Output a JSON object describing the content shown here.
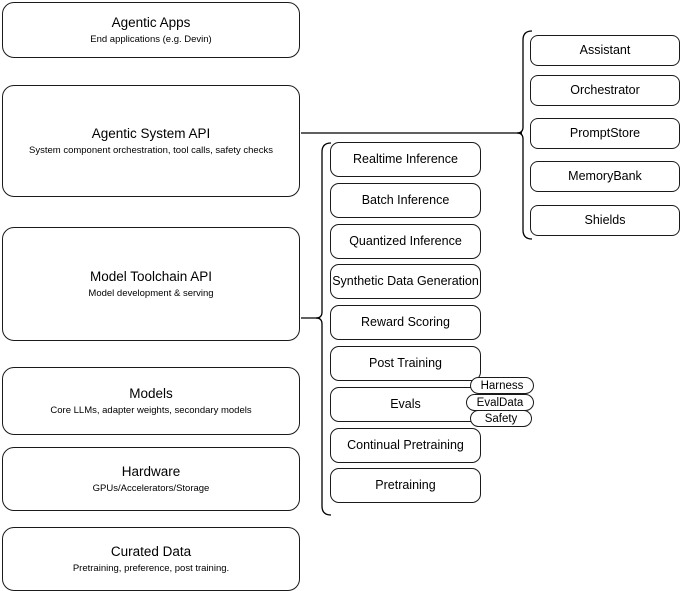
{
  "diagram": {
    "title": "AI stack layered architecture",
    "colors": {
      "stroke": "#1a1a1a",
      "background": "#ffffff",
      "text": "#000000"
    },
    "layers": [
      {
        "name": "agentic-apps",
        "title": "Agentic Apps",
        "subtitle": "End applications (e.g. Devin)"
      },
      {
        "name": "agentic-system-api",
        "title": "Agentic System API",
        "subtitle": "System component orchestration, tool calls, safety checks"
      },
      {
        "name": "model-toolchain-api",
        "title": "Model Toolchain API",
        "subtitle": "Model development & serving"
      },
      {
        "name": "models",
        "title": "Models",
        "subtitle": "Core LLMs, adapter weights, secondary models"
      },
      {
        "name": "hardware",
        "title": "Hardware",
        "subtitle": "GPUs/Accelerators/Storage"
      },
      {
        "name": "curated-data",
        "title": "Curated Data",
        "subtitle": "Pretraining, preference, post training."
      }
    ],
    "toolchain_components": [
      {
        "name": "realtime-inference",
        "label": "Realtime Inference"
      },
      {
        "name": "batch-inference",
        "label": "Batch Inference"
      },
      {
        "name": "quantized-inference",
        "label": "Quantized Inference"
      },
      {
        "name": "synthetic-data-generation",
        "label": "Synthetic Data Generation"
      },
      {
        "name": "reward-scoring",
        "label": "Reward Scoring"
      },
      {
        "name": "post-training",
        "label": "Post Training"
      },
      {
        "name": "evals",
        "label": "Evals"
      },
      {
        "name": "continual-pretraining",
        "label": "Continual Pretraining"
      },
      {
        "name": "pretraining",
        "label": "Pretraining"
      }
    ],
    "evals_subcomponents": [
      {
        "name": "harness",
        "label": "Harness"
      },
      {
        "name": "evaldata",
        "label": "EvalData"
      },
      {
        "name": "safety",
        "label": "Safety"
      }
    ],
    "system_components": [
      {
        "name": "assistant",
        "label": "Assistant"
      },
      {
        "name": "orchestrator",
        "label": "Orchestrator"
      },
      {
        "name": "promptstore",
        "label": "PromptStore"
      },
      {
        "name": "memorybank",
        "label": "MemoryBank"
      },
      {
        "name": "shields",
        "label": "Shields"
      }
    ]
  }
}
